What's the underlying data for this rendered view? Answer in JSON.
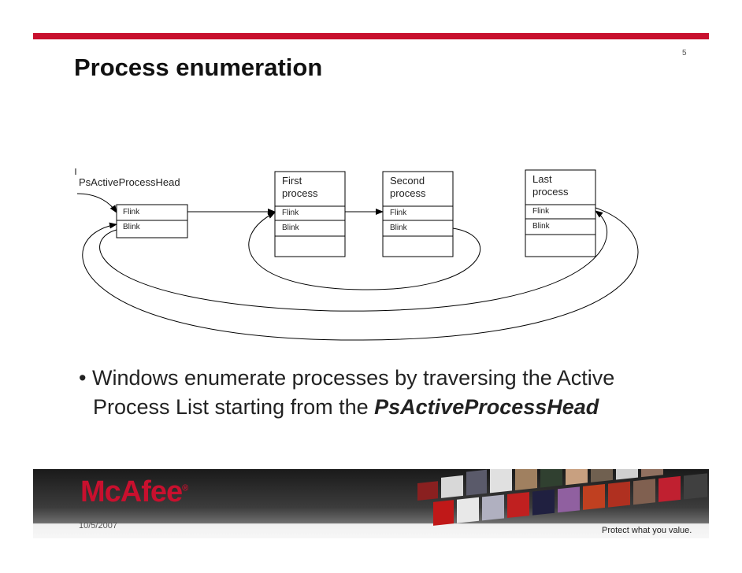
{
  "slide": {
    "page_number": "5",
    "title": "Process enumeration",
    "date": "10/5/2007"
  },
  "diagram": {
    "head_label": "PsActiveProcessHead",
    "flink_label": "Flink",
    "blink_label": "Blink",
    "nodes": [
      {
        "line1": "First",
        "line2": "process"
      },
      {
        "line1": "Second",
        "line2": "process"
      },
      {
        "line1": "Last",
        "line2": "process"
      }
    ]
  },
  "bullet": {
    "marker": "•",
    "line1": "Windows enumerate processes by traversing the Active",
    "line2_prefix": "Process List starting from the ",
    "emphasis": "PsActiveProcessHead"
  },
  "footer": {
    "logo_text": "McAfee",
    "logo_mark": "®",
    "tagline": "Protect what you value."
  },
  "colors": {
    "brand_red": "#c8102e",
    "footer_dark": "#1a1a1a"
  }
}
